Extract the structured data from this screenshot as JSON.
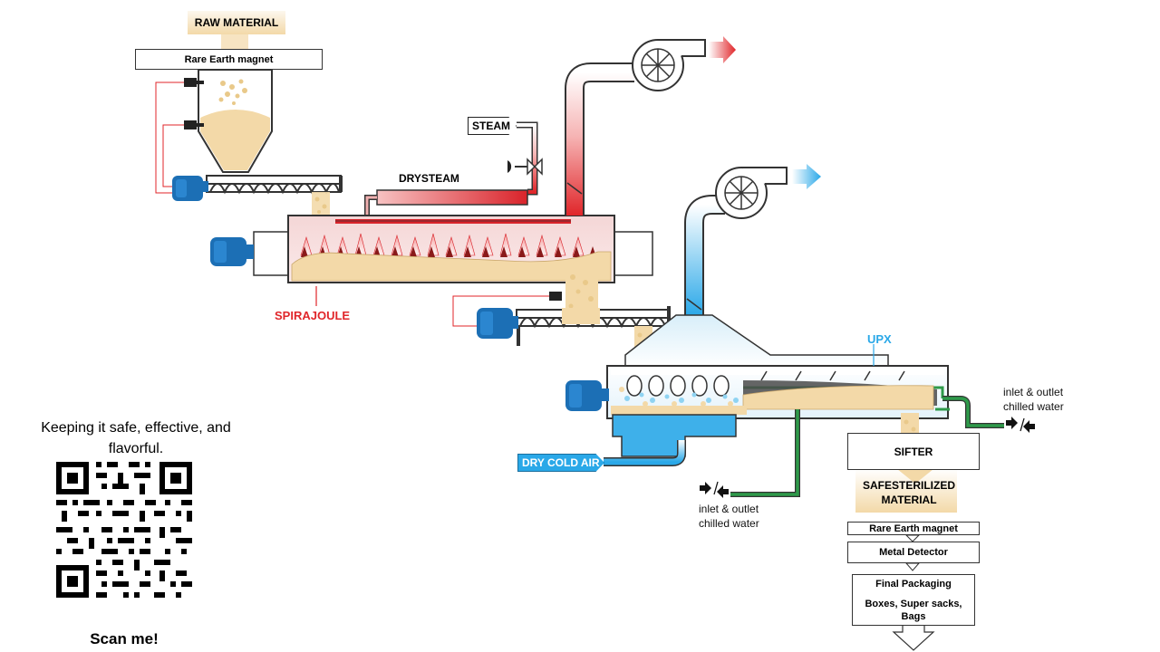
{
  "labels": {
    "raw_material": "RAW MATERIAL",
    "rare_earth_magnet_top": "Rare Earth magnet",
    "steam": "STEAM",
    "drysteam": "DRYSTEAM",
    "spirajoule": "SPIRAJOULE",
    "upx": "UPX",
    "dry_cold_air": "DRY COLD AIR",
    "inlet_outlet_right": "inlet & outlet chilled water",
    "inlet_outlet_bottom": "inlet & outlet chilled water",
    "sifter": "SIFTER",
    "safe_sterilized_material": "SAFESTERILIZED MATERIAL",
    "rare_earth_magnet_bottom": "Rare Earth magnet",
    "metal_detector": "Metal Detector",
    "final_packaging_title": "Final Packaging",
    "final_packaging_items": "Boxes, Super sacks, Bags"
  },
  "promo": {
    "tagline": "Keeping it safe, effective, and flavorful.",
    "scan_label": "Scan me!"
  },
  "colors": {
    "hot_red": "#e0262a",
    "cold_blue": "#2aa8e8",
    "product_tan": "#f3d9a8",
    "motor_blue": "#1c6fb5",
    "water_green": "#2e9a4a"
  },
  "icons": [
    "fan-icon",
    "motor-icon",
    "valve-icon",
    "flow-arrow-icon",
    "qr-code"
  ]
}
